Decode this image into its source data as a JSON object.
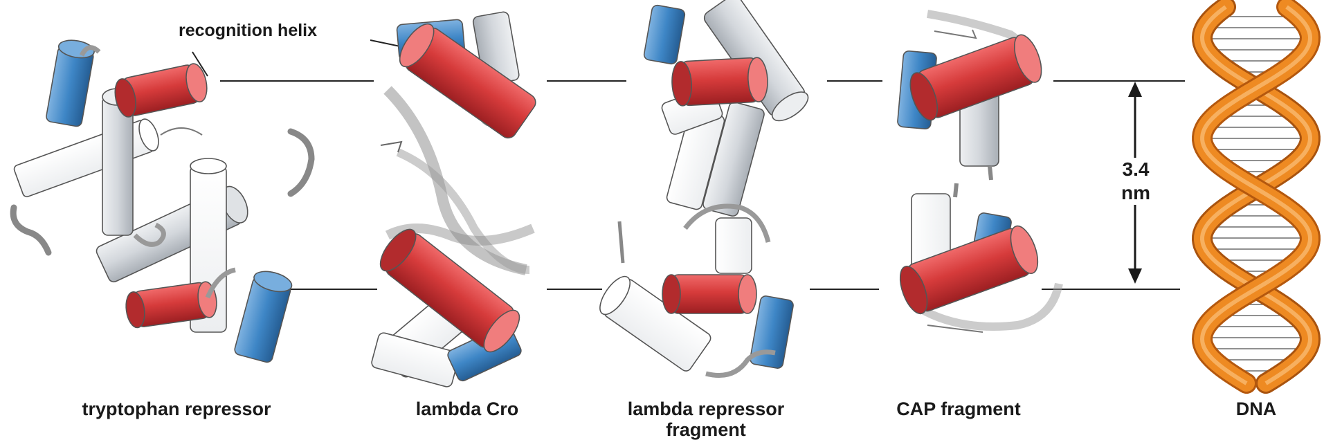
{
  "panels": [
    {
      "id": "trp",
      "label": "tryptophan repressor"
    },
    {
      "id": "cro",
      "label": "lambda Cro"
    },
    {
      "id": "lrep",
      "label_line1": "lambda repressor",
      "label_line2": "fragment"
    },
    {
      "id": "cap",
      "label": "CAP fragment"
    },
    {
      "id": "dna",
      "label": "DNA"
    }
  ],
  "callout": {
    "text": "recognition helix"
  },
  "measurement": {
    "value": "3.4",
    "unit": "nm"
  },
  "colors": {
    "recognition_helix": "#d63b3b",
    "blue_helix": "#3e86c6",
    "grey_helix": "#d3d7dc",
    "white_helix": "#fafafa",
    "dna_backbone": "#ee8a22",
    "reference_line": "#222222"
  }
}
